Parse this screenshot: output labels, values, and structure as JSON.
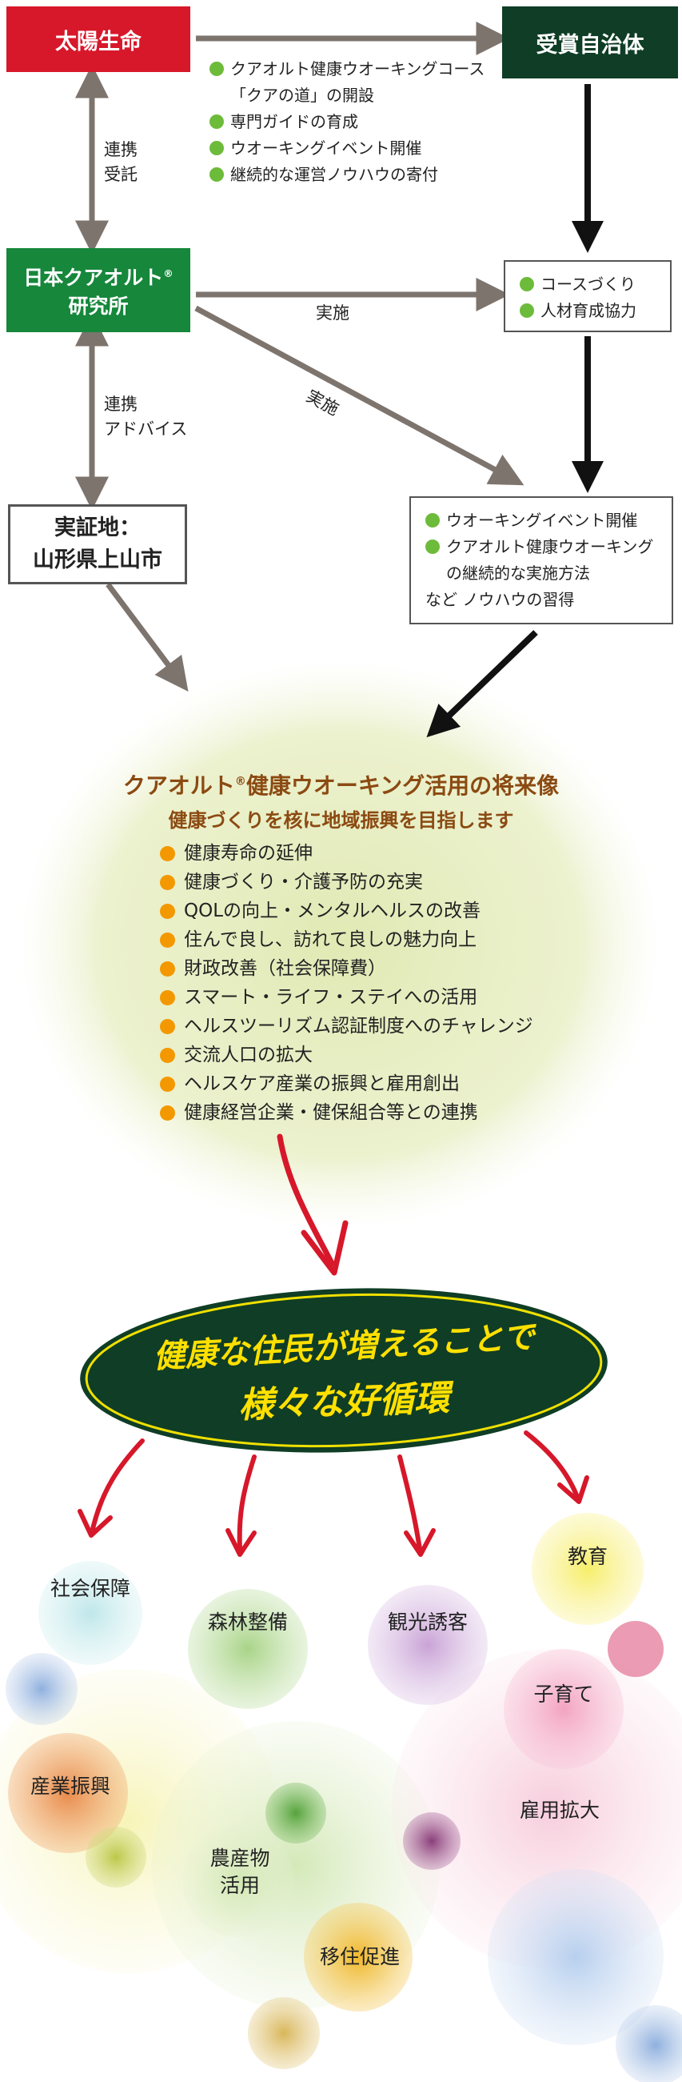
{
  "nodes": {
    "taiyo": "太陽生命",
    "jichitai": "受賞自治体",
    "institute_line1": "日本クアオルト",
    "institute_sup": "®",
    "institute_line2": "研究所",
    "site_line1": "実証地：",
    "site_line2": "山形県上山市"
  },
  "edges": {
    "renkei_jukutaku_1": "連携",
    "renkei_jukutaku_2": "受託",
    "renkei_advice_1": "連携",
    "renkei_advice_2": "アドバイス",
    "jisshi_1": "実施",
    "jisshi_2": "実施"
  },
  "support_list": [
    "クアオルト健康ウオーキングコース",
    "「クアの道」の開設",
    "専門ガイドの育成",
    "ウオーキングイベント開催",
    "継続的な運営ノウハウの寄付"
  ],
  "course_box": [
    "コースづくり",
    "人材育成協力"
  ],
  "event_box": {
    "item1": "ウオーキングイベント開催",
    "item2_line1": "クアオルト健康ウオーキング",
    "item2_line2": "の継続的な実施方法",
    "tail": "など ノウハウの習得"
  },
  "future": {
    "title_pre": "クアオルト",
    "title_sup": "®",
    "title_post": "健康ウオーキング活用の将来像",
    "subtitle": "健康づくりを核に地域振興を目指します",
    "items": [
      "健康寿命の延伸",
      "健康づくり・介護予防の充実",
      "QOLの向上・メンタルヘルスの改善",
      "住んで良し、訪れて良しの魅力向上",
      "財政改善（社会保障費）",
      "スマート・ライフ・ステイへの活用",
      "ヘルスツーリズム認証制度へのチャレンジ",
      "交流人口の拡大",
      "ヘルスケア産業の振興と雇用創出",
      "健康経営企業・健保組合等との連携"
    ]
  },
  "slogan": {
    "line1": "健康な住民が増えることで",
    "line2": "様々な好循環"
  },
  "benefits": {
    "shakai": "社会保障",
    "shinrin": "森林整備",
    "kanko": "観光誘客",
    "kyoiku": "教育",
    "kosodate": "子育て",
    "sangyo": "産業振興",
    "koyo": "雇用拡大",
    "nosan_1": "農産物",
    "nosan_2": "活用",
    "iju": "移住促進"
  },
  "colors": {
    "red": "#d7182a",
    "dark_green": "#0f3d26",
    "green": "#16873b",
    "bullet_green": "#6dbb3a",
    "bullet_orange": "#f39800",
    "title_brown": "#8b4a12",
    "slogan_yellow": "#ffe000"
  }
}
